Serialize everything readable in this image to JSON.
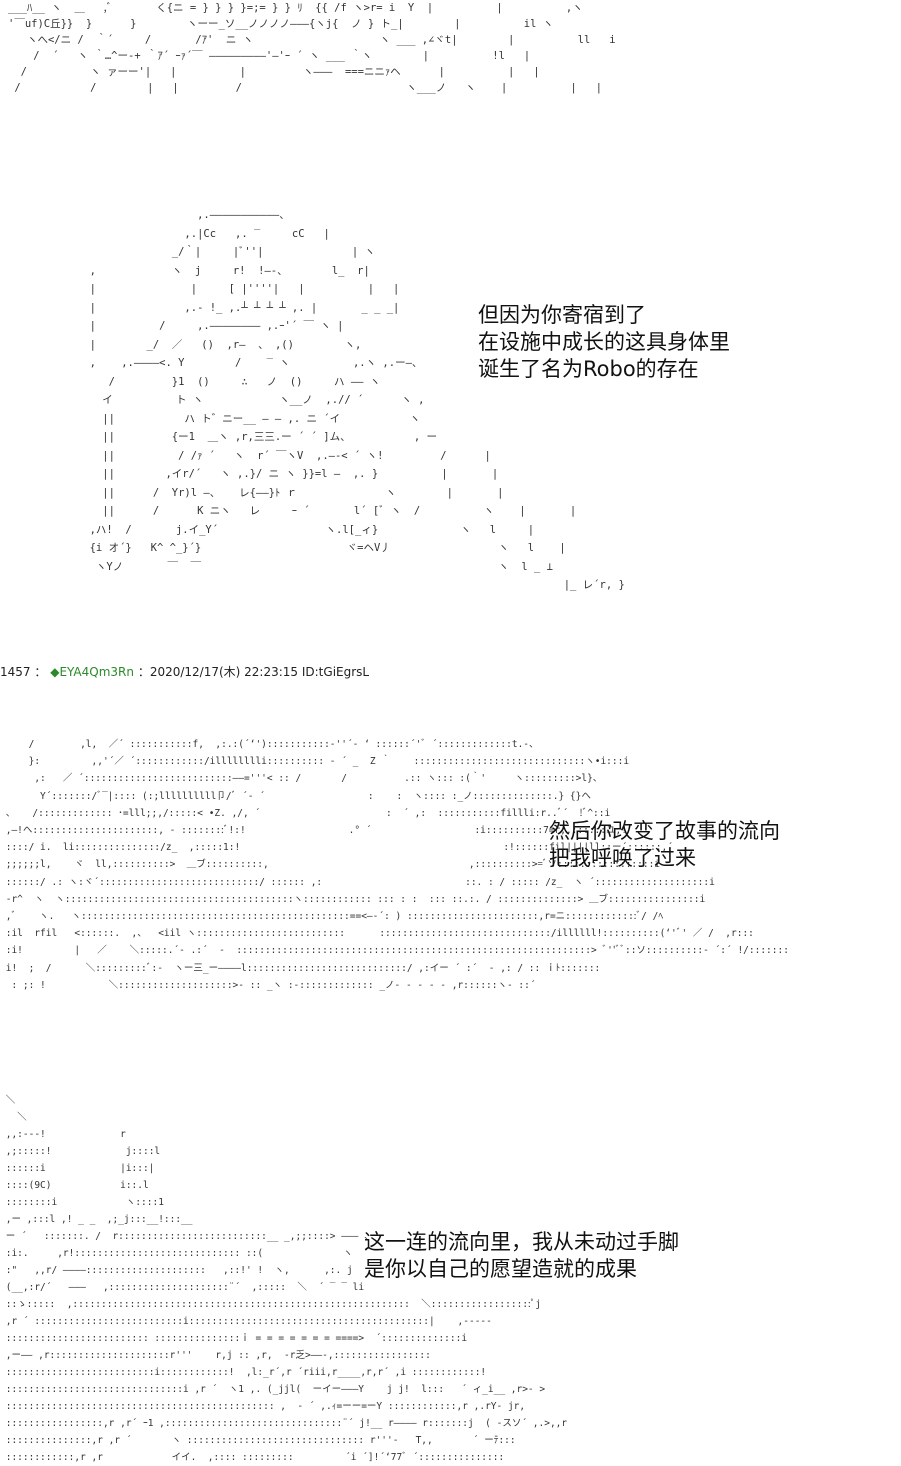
{
  "colors": {
    "background": "#ffffff",
    "text": "#111111",
    "art": "#333333",
    "tripcode": "#2a8a2a"
  },
  "art": {
    "top": "___ﾊ__ ヽ  ＿   ,ﾞ       く{ニ = } } } }=;= } } ﾘ  {{ /f ヽ>r= i  Y  ∣          ∣          ,ヽ\n'￣uf)C丘}}  }      }        ヽーー_ソ__ノノノノ―――{ヽj{  ノ } ト_|        ∣          il ヽ\n   ヽへ</ニ /  ｀´     /       /ｱ'  ニ ヽ                    ヽ ___ ,∠ヾt|        ∣          ll   i\n    /  ´   ヽ ｀…^ー-+ ｀ｱ´ ｰｧ´￣ ―――――――――'―'ｰ ´ ヽ ___ ｀ヽ        ∣          !l   ∣\n  /          ヽ ァーー'|   |          |         ヽ―――  ===ニニｧヘ      ∣          ∣   ∣\n /           /        |   |         /                          ヽ___ノ   ヽ    ∣          ∣   ∣",
    "robot": "                      ,.―――――――――――、\n                    ,.|Cc   ,. ‾     cC   |\n                  _/｀|     |ﾞ''|              | ヽ\n     ,            ヽ  j     r!  !―‐、       l_  r|\n     |               |     [ |''''|   |          |   |\n     |              ,.- !_ ,.┴ ┴ ┴ ┴ ,. |       _ _ _|\n     |          /     ,.―――――――― ,.ｰ'´ ￣ ヽ |\n     |        _/  ／   ()  ,r―  、 ,()        ヽ,\n     ,    ,.――――<. Y        /    ‾ ヽ          ,.ヽ ,.ー―、\n        /         }1  ()     ∴   ノ  ()     ハ ―― ヽ\n       イ          ト ヽ            ヽ__ノ  ,.// ´      ヽ ,\n       ||           ハ ト゛ニー__ ― ― ,. ニ ´イ           ヽ\n       ||         {ー1  ＿ヽ ,r,三三.ー ´ ´ ]ム、          , ー\n       ||          / /ｧ ´   ヽ  r´ ￣ヽV  ,.―‐< ´ ヽ!         /      |\n       ||        ,イr/´   ヽ ,.}/ ニ ヽ }}=l ―  ,. }          |       |\n       ||      /  Yr)l ―、   レ{――}ﾄ ｒ              ヽ        |       |\n       ||      /      K ニヽ   レ     ｰ ´       l´ [ﾞ ヽ  /          ヽ    |       |\n     ,ハ!  /       j.イ_Y´                 ヽ.l[_ィ}             ヽ   l     |\n     {i オ´}   K^ ^_}´}                       ヾ=ヘV丿                 ヽ   l    |\n      ヽYノ       ￣  ￣                                               ヽ  l _ ⊥\n                                                                                |_ レ´r, }",
    "crowd": "     /        ,l,  ／´ :::::::::::f,  ,:.:(´‘'):::::::::::‐''´‐ ‘ ::::::´'ﾞ ´:::::::::::::t.‐、\n     }:         ,,'´／ ´::::::::::::/illlllllli:::::::::: - ´ _  Z ｀    ::::::::::::::::::::::::::::::ヽ•i:::i\n      ,:   ／ ´::::::::::::::::::::::::::――='''< :: /       /          .:: ヽ::: :(｀'     ヽ:::::::::>l}、\n       Y´:::::::/ﾞ‾|:::: (:;llllllllll卩/ﾞ ´‐ ´                  :    :  ヽ:::: :_ノ::::::::::::::.} {}ヘ\n 、   /::::::::::::: ･=lll;;,/:::::< •Z. ,/, ´                      :  ´ ,:  :::::::::::fillli:r..ﾞ´  !ﾞ^::i\n ,―!ヘ::::::::::::::::::::::, - ::::::::ﾞ!:!                  .° ´                  :i::::::::::7=r;,::::::ユ,!\n ::::/ i.  li:::::::::::::::/z_  ,:::::1:!                                              :!::::::fil||||ll::ー´::::::,´\n ;;;;;;l,    ヾ  ll,::::::::::>  ＿ブ::::::::::,                                   ,::::::::::>=ﾞソ:::::::::::::::::i\n ::::::/ .: ヽ:ヾ´::::::::::::::::::::::::::::/ :::::: ,:                         ::. : / ::::: /z_  ヽ ´::::::::::::::::::::i\n ‐r^  ヽ  ヽ::::::::::::::::::::::::::::::::::::::::ヽ:::::::::::: ::: : :  ::: ::.:. / ::::::::::::::> ＿ブ::::::::::::::::i\n ,ﾞ    ヽ.   ヽ:::::::::::::::::::::::::::::::::::::::::::::::==<―‐´: ) :::::::::::::::::::::::,r=ニ:::::::::::::ﾞ/ /ﾍ\n :il  rfil   <::::::.  ,、  <iil ヽ::::::::::::::::::::::::::      ::::::::::::::::::::::::::::::/illllll!::::::::::(‘'ﾞ' ／ /  ,r:::\n :i!         |   ／    ＼:::::.´‐ .:´  ‐  ::::::::::::::::::::::::::::::::::::::::::::::::::::::::::::::> ﾞ''ﾞﾞ::ソ::::::::::‐ ´:´ !/:::::::\n i!  ;  /      ＼:::::::::ﾞ:‐  ヽー三_ー――――l::::::::::::::::::::::::::::/ ,:イー ´ :´  ‐ ,: / :: ｉﾄ:::::::\n  : ;: !           ＼::::::::::::::::::::>‐ :: _ヽ :‐::::::::::::: _ノ‐ ‐ ‐ ‐ ‐ ,r::::::ヽ‐ ::´",
    "bottom": " ＼\n   ＼\n ,,:---!             r\n ,;:::::!             j::::l\n ::::::i             |i:::|\n ::::(9C)            i::.l\n ::::::::i            ヽ::::1\n ,ー ,:::l ,! _ _  ,;_j:::__!:::__\n ー ´   :::::::. /  r::::::::::::::::::::::::::__ _,;;::::> ――― 、\n :i:.     ,r!::::::::::::::::::::::::::::: ::(              ヽ\n :\"   ,,r/ ――――:::::::::::::::::::::   ,::!' !  ヽ,      ,:. j\n (__,:r/´   ―――   ,:::::::::::::::::::::¨´  ,:::::  ＼  ´ ‾ ‾ li\n ::ゝ:::::  ,:::::::::::::::::::::::::::::::::::::::::::::::::::::::::::  ＼::::::::::::::::::ﾟj\n ,r ´ ::::::::::::::::::::::::::i::::::::::::::::::::::::::::::::::::::::::|    ,‐‐‐‐‐\n ::::::::::::::::::::::::: :::::::::::::::ｉ = = = = = = = ====>  ´::::::::::::::i\n ,ー―― ,r:::::::::::::::::::::r'''    r,j :: ,r,  -r乏>――-,:::::::::::::::::\n ::::::::::::::::::::::::::i::::::::::::!  ,l:_r´,r ´riii,r____,r,r´ ,i ::::::::::::!\n :::::::::::::::::::::::::::::::i ,r ´  ヽ1 ,. (_jjl(  ーイー―――Y    j j!  l:::   ´ ィ_i__ ,r>‐ >\n ::::::::::::::::::::::::::::::::::::::::::::::: ,  ‐ ´ ,.ｨ=ーー=ーY ::::::::::::,r ,.rY‐ jr,\n :::::::::::::::::,r ,r´ ｰ1 ,:::::::::::::::::::::::::::::::¨´ j!__ r―――― r:::::::j  ( ‐スソ´ ,.>,,r\n :::::::::::::::,r ,r ´       ヽ ::::::::::::::::::::::::::::::: r'''‐   T,,       ´ ーﾃ:::\n ::::::::::::,r ,r            イイ.  ,:::: :::::::::         ´i ´]!´‘77ﾞ ´:::::::::::::::"
  },
  "captions": [
    {
      "lines": [
        "但因为你寄宿到了",
        "在设施中成长的这具身体里",
        "诞生了名为Robo的存在"
      ]
    },
    {
      "lines": [
        "然后你改变了故事的流向",
        "把我呼唤了过来"
      ]
    },
    {
      "lines": [
        "这一连的流向里，我从未动过手脚",
        "是你以自己的愿望造就的成果"
      ]
    }
  ],
  "post": {
    "number": "1457",
    "separator": "：",
    "tripcode": "◆EYA4Qm3Rn",
    "datetime": "：2020/12/17(木) 22:23:15 ID:tGiEgrsL"
  }
}
